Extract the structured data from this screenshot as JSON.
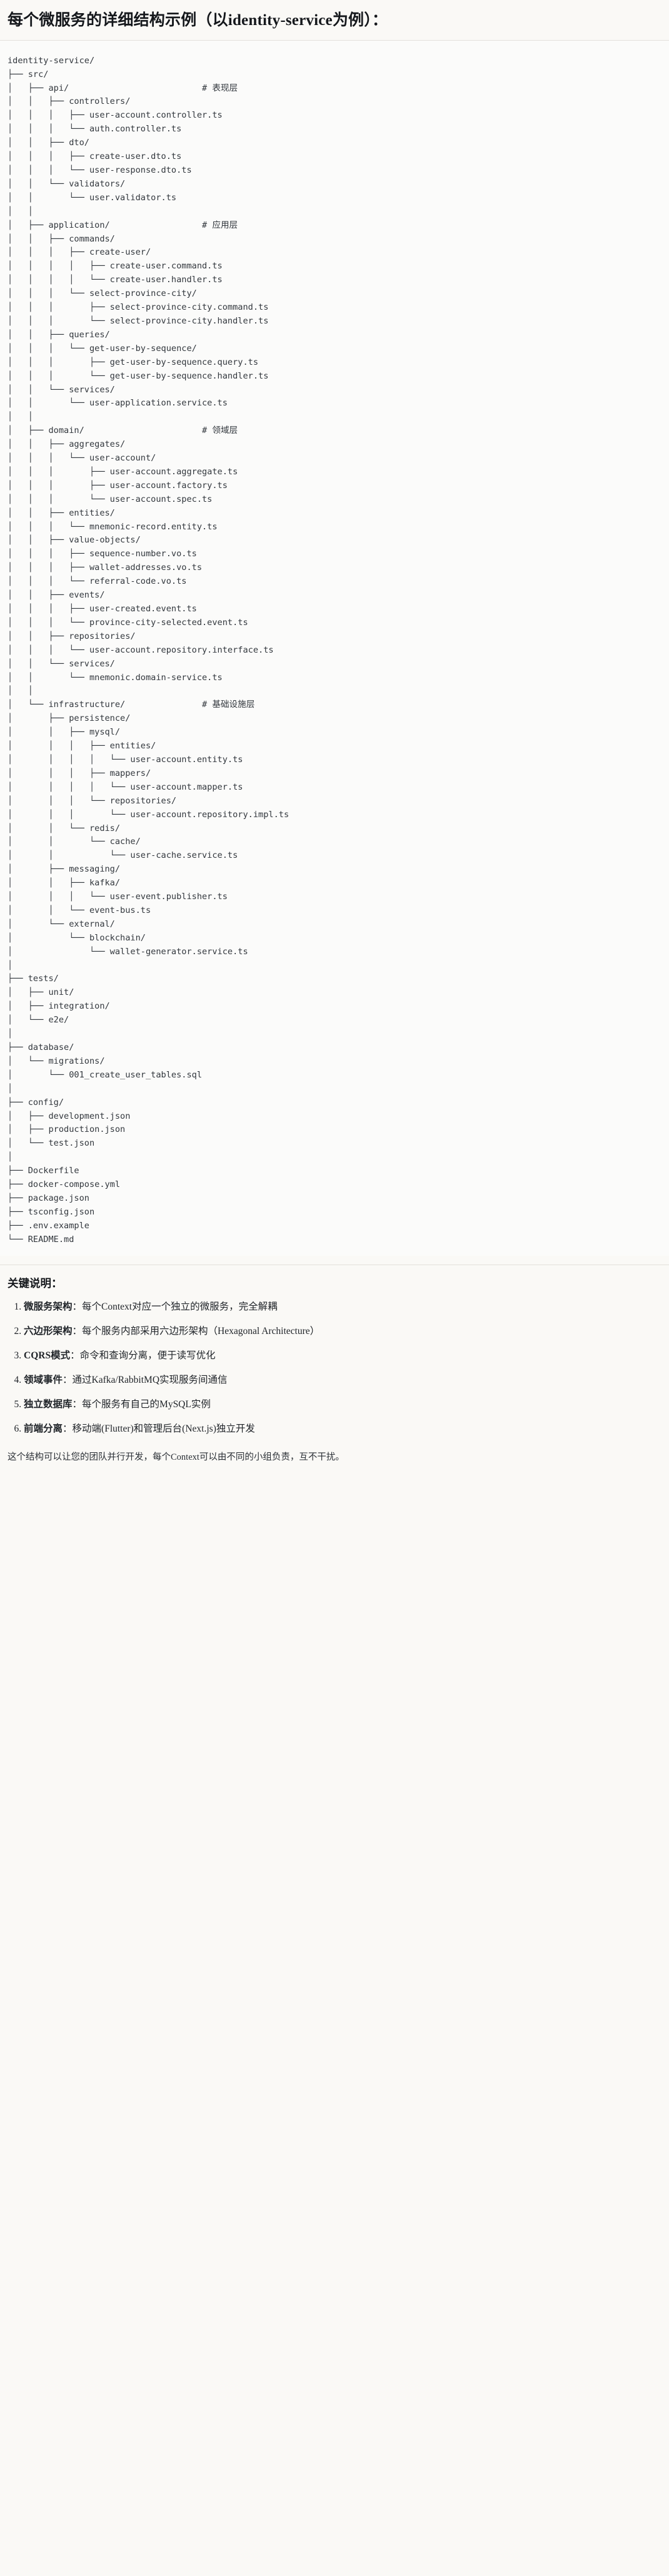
{
  "document": {
    "title": "每个微服务的详细结构示例（以identity-service为例）：",
    "background_color": "#faf9f6",
    "text_color": "#1f2328"
  },
  "tree": {
    "root": "identity-service/",
    "language": "text",
    "comments": {
      "api": "# 表现层",
      "application": "# 应用层",
      "domain": "# 领域层",
      "infrastructure": "# 基础设施层"
    },
    "content": "identity-service/\n├── src/\n│   ├── api/                          # 表现层\n│   │   ├── controllers/\n│   │   │   ├── user-account.controller.ts\n│   │   │   └── auth.controller.ts\n│   │   ├── dto/\n│   │   │   ├── create-user.dto.ts\n│   │   │   └── user-response.dto.ts\n│   │   └── validators/\n│   │       └── user.validator.ts\n│   │\n│   ├── application/                  # 应用层\n│   │   ├── commands/\n│   │   │   ├── create-user/\n│   │   │   │   ├── create-user.command.ts\n│   │   │   │   └── create-user.handler.ts\n│   │   │   └── select-province-city/\n│   │   │       ├── select-province-city.command.ts\n│   │   │       └── select-province-city.handler.ts\n│   │   ├── queries/\n│   │   │   └── get-user-by-sequence/\n│   │   │       ├── get-user-by-sequence.query.ts\n│   │   │       └── get-user-by-sequence.handler.ts\n│   │   └── services/\n│   │       └── user-application.service.ts\n│   │\n│   ├── domain/                       # 领域层\n│   │   ├── aggregates/\n│   │   │   └── user-account/\n│   │   │       ├── user-account.aggregate.ts\n│   │   │       ├── user-account.factory.ts\n│   │   │       └── user-account.spec.ts\n│   │   ├── entities/\n│   │   │   └── mnemonic-record.entity.ts\n│   │   ├── value-objects/\n│   │   │   ├── sequence-number.vo.ts\n│   │   │   ├── wallet-addresses.vo.ts\n│   │   │   └── referral-code.vo.ts\n│   │   ├── events/\n│   │   │   ├── user-created.event.ts\n│   │   │   └── province-city-selected.event.ts\n│   │   ├── repositories/\n│   │   │   └── user-account.repository.interface.ts\n│   │   └── services/\n│   │       └── mnemonic.domain-service.ts\n│   │\n│   └── infrastructure/               # 基础设施层\n│       ├── persistence/\n│       │   ├── mysql/\n│       │   │   ├── entities/\n│       │   │   │   └── user-account.entity.ts\n│       │   │   ├── mappers/\n│       │   │   │   └── user-account.mapper.ts\n│       │   │   └── repositories/\n│       │   │       └── user-account.repository.impl.ts\n│       │   └── redis/\n│       │       └── cache/\n│       │           └── user-cache.service.ts\n│       ├── messaging/\n│       │   ├── kafka/\n│       │   │   └── user-event.publisher.ts\n│       │   └── event-bus.ts\n│       └── external/\n│           └── blockchain/\n│               └── wallet-generator.service.ts\n│\n├── tests/\n│   ├── unit/\n│   ├── integration/\n│   └── e2e/\n│\n├── database/\n│   └── migrations/\n│       └── 001_create_user_tables.sql\n│\n├── config/\n│   ├── development.json\n│   ├── production.json\n│   └── test.json\n│\n├── Dockerfile\n├── docker-compose.yml\n├── package.json\n├── tsconfig.json\n├── .env.example\n└── README.md"
  },
  "notes": {
    "heading": "关键说明：",
    "items": [
      {
        "term": "微服务架构",
        "separator": "：",
        "text": "每个Context对应一个独立的微服务，完全解耦"
      },
      {
        "term": "六边形架构",
        "separator": "：",
        "text": "每个服务内部采用六边形架构（Hexagonal Architecture）"
      },
      {
        "term": "CQRS模式",
        "separator": "：",
        "text": "命令和查询分离，便于读写优化"
      },
      {
        "term": "领域事件",
        "separator": "：",
        "text": "通过Kafka/RabbitMQ实现服务间通信"
      },
      {
        "term": "独立数据库",
        "separator": "：",
        "text": "每个服务有自己的MySQL实例"
      },
      {
        "term": "前端分离",
        "separator": "：",
        "text": "移动端(Flutter)和管理后台(Next.js)独立开发"
      }
    ]
  },
  "closing": {
    "text": "这个结构可以让您的团队并行开发，每个Context可以由不同的小组负责，互不干扰。"
  }
}
